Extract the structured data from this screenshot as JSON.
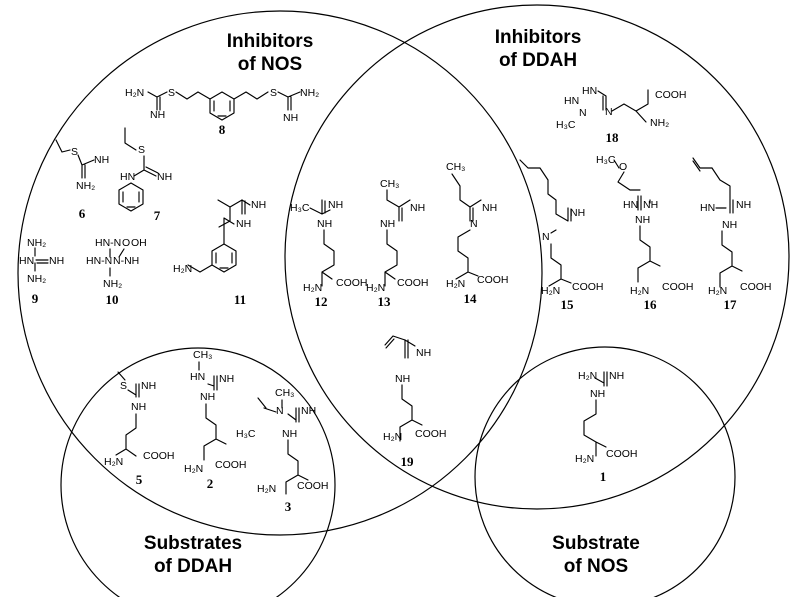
{
  "regions": {
    "inhibitors_nos": {
      "line1": "Inhibitors",
      "line2": "of NOS"
    },
    "inhibitors_ddah": {
      "line1": "Inhibitors",
      "line2": "of DDAH"
    },
    "substrates_ddah": {
      "line1": "Substrates",
      "line2": "of DDAH"
    },
    "substrate_nos": {
      "line1": "Substrate",
      "line2": "of NOS"
    }
  },
  "compounds": {
    "c1": "1",
    "c2": "2",
    "c3": "3",
    "c5": "5",
    "c6": "6",
    "c7": "7",
    "c8": "8",
    "c9": "9",
    "c10": "10",
    "c11": "11",
    "c12": "12",
    "c13": "13",
    "c14": "14",
    "c15": "15",
    "c16": "16",
    "c17": "17",
    "c18": "18",
    "c19": "19"
  },
  "atoms": {
    "H2N": "H₂N",
    "NH2": "NH₂",
    "NH": "NH",
    "HN": "HN",
    "N": "N",
    "S": "S",
    "O": "O",
    "OH": "OH",
    "COOH": "COOH",
    "CH3": "CH₃",
    "H3C": "H₃C",
    "HNN": "HN-N",
    "NNH": "N-NH"
  }
}
